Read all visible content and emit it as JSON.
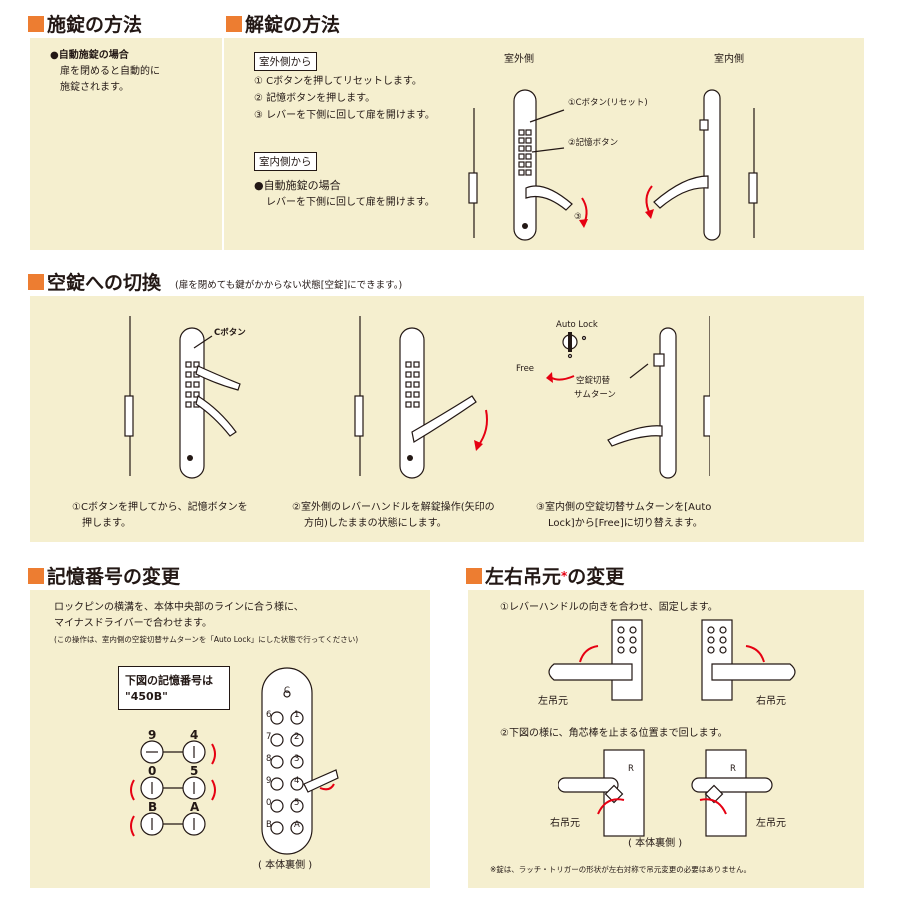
{
  "locking": {
    "heading": "施錠の方法",
    "auto_title": "●自動施錠の場合",
    "auto_text_1": "扉を閉めると自動的に",
    "auto_text_2": "施錠されます。"
  },
  "unlocking": {
    "heading": "解錠の方法",
    "outside_tag": "室外側から",
    "outside_steps": [
      "① Cボタンを押してリセットします。",
      "② 記憶ボタンを押します。",
      "③ レバーを下側に回して扉を開けます。"
    ],
    "inside_tag": "室内側から",
    "inside_auto_title": "●自動施錠の場合",
    "inside_auto_text": "レバーを下側に回して扉を開けます。",
    "label_outside": "室外側",
    "label_inside": "室内側",
    "callout_c": "①Cボタン(リセット)",
    "callout_memory": "②記憶ボタン",
    "callout_3": "③"
  },
  "free": {
    "heading": "空錠への切換",
    "note": "(扉を閉めても鍵がかからない状態[空錠]にできます。)",
    "c_button_label": "Cボタン",
    "auto_lock_label": "Auto Lock",
    "free_label": "Free",
    "thumbturn_label_1": "空錠切替",
    "thumbturn_label_2": "サムターン",
    "step1_line1": "①Cボタンを押してから、記憶ボタンを",
    "step1_line2": "押します。",
    "step2_line1": "②室外側のレバーハンドルを解錠操作(矢印の",
    "step2_line2": "方向)したままの状態にします。",
    "step3_line1": "③室内側の空錠切替サムターンを[Auto",
    "step3_line2": "Lock]から[Free]に切り替えます。"
  },
  "code_change": {
    "heading": "記憶番号の変更",
    "text_1": "ロックピンの横溝を、本体中央部のラインに合う様に、",
    "text_2": "マイナスドライバーで合わせます。",
    "note": "(この操作は、室内側の空錠切替サムターンを「Auto Lock」にした状態で行ってください)",
    "box_line1": "下図の記憶番号は",
    "box_line2": "\"450B\"",
    "pin_labels": [
      "9",
      "4",
      "0",
      "5",
      "B",
      "A"
    ],
    "strip_c": "C",
    "strip_left": [
      "6",
      "7",
      "8",
      "9",
      "0",
      "B"
    ],
    "strip_right": [
      "1",
      "2",
      "3",
      "4",
      "5",
      "A"
    ],
    "back_label": "( 本体裏側 )"
  },
  "handing": {
    "heading": "左右吊元",
    "asterisk": "*",
    "heading_suffix": "の変更",
    "step1": "①レバーハンドルの向きを合わせ、固定します。",
    "left_hand": "左吊元",
    "right_hand": "右吊元",
    "step2": "②下図の様に、角芯棒を止まる位置まで回します。",
    "r_label": "R",
    "back_label": "( 本体裏側 )",
    "footnote": "※錠は、ラッチ・トリガーの形状が左右対称で吊元変更の必要はありません。"
  },
  "colors": {
    "accent": "#ed7d31",
    "panel": "#f5efcf",
    "arrow": "#e60012"
  }
}
